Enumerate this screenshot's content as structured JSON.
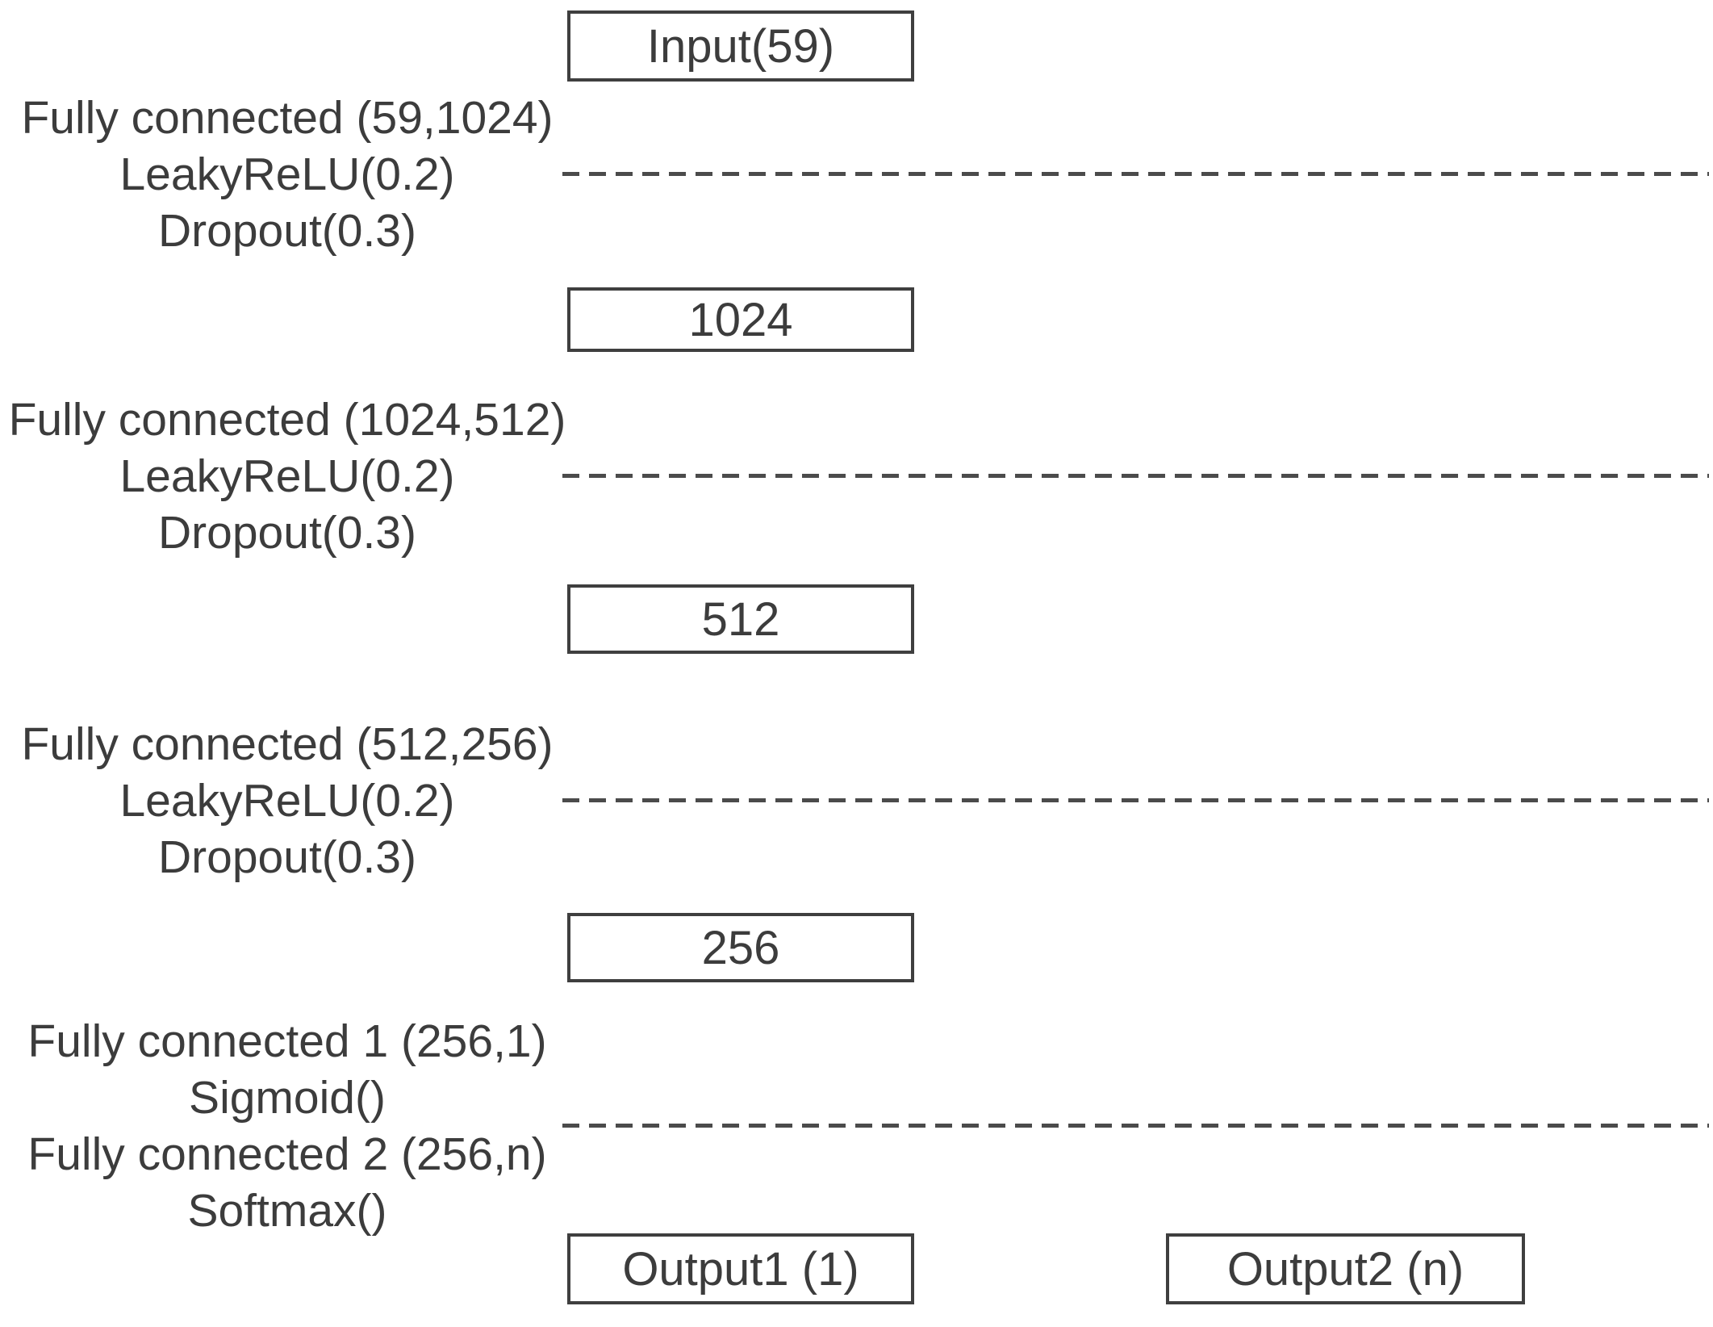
{
  "diagram": {
    "description": "Feed-forward neural network architecture with three hidden layers and two output heads",
    "colors": {
      "ink": "#3c3c3c",
      "box_border": "#3f3f3f",
      "dash_line": "#4b4b4b",
      "background": "#ffffff"
    },
    "boxes": {
      "input": "Input(59)",
      "hidden1": "1024",
      "hidden2": "512",
      "hidden3": "256",
      "output1": "Output1 (1)",
      "output2": "Output2 (n)"
    },
    "layers": [
      {
        "lines": [
          "Fully connected (59,1024)",
          "LeakyReLU(0.2)",
          "Dropout(0.3)"
        ]
      },
      {
        "lines": [
          "Fully connected (1024,512)",
          "LeakyReLU(0.2)",
          "Dropout(0.3)"
        ]
      },
      {
        "lines": [
          "Fully connected (512,256)",
          "LeakyReLU(0.2)",
          "Dropout(0.3)"
        ]
      },
      {
        "lines": [
          "Fully connected 1 (256,1)",
          "Sigmoid()",
          "Fully connected 2 (256,n)",
          "Softmax()"
        ]
      }
    ]
  }
}
